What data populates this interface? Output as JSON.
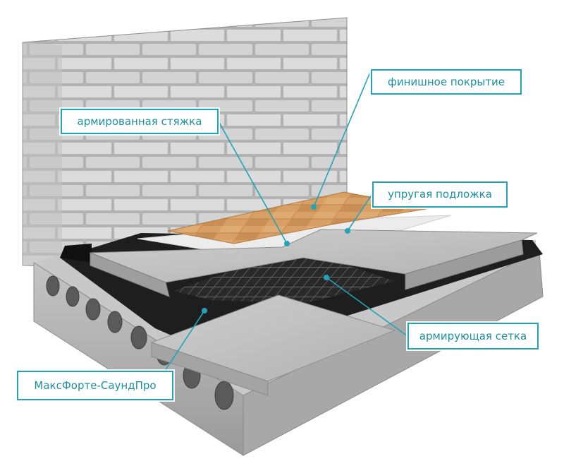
{
  "labels": {
    "finish": "финишное покрытие",
    "screed": "армированная стяжка",
    "underlay": "упругая подложка",
    "mesh": "армирующая сетка",
    "soundproof": "МаксФорте-СаундПро"
  },
  "colors": {
    "accent": "#22a3b8",
    "accent_text": "#1b8fa2",
    "concrete": "#b9b9b9",
    "brick": "#d9d9d9",
    "wood": "#d9a066",
    "membrane": "#1e1e1e"
  }
}
